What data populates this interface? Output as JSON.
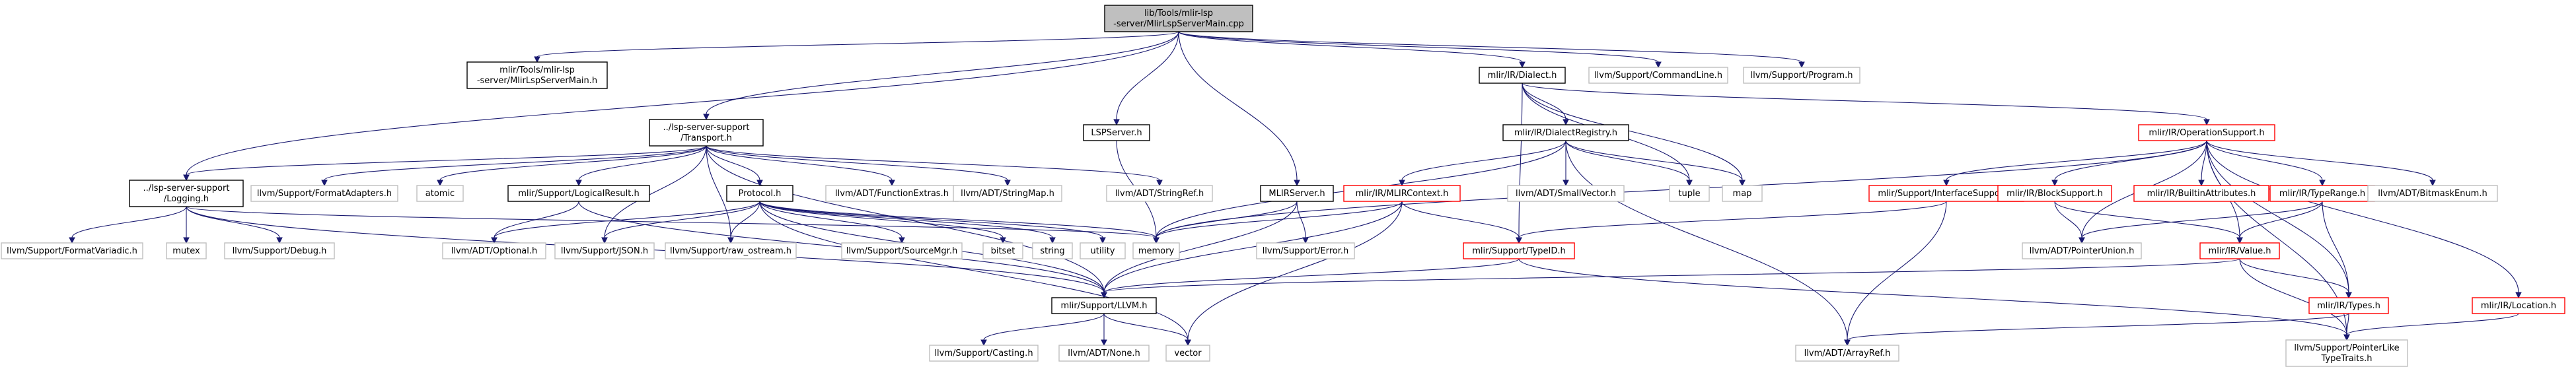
{
  "colors": {
    "edge": "#191970",
    "root_fill": "#bfbfbf",
    "root_border": "#000000",
    "documented_border": "#000000",
    "red_border": "#ff0000",
    "external_border": "#bfbfbf",
    "text": "#000000",
    "external_text": "#000000"
  },
  "nodes": [
    {
      "id": "root",
      "kind": "root",
      "lines": [
        "lib/Tools/mlir-lsp",
        "-server/MlirLspServerMain.cpp"
      ]
    },
    {
      "id": "mainh",
      "kind": "doc",
      "lines": [
        "mlir/Tools/mlir-lsp",
        "-server/MlirLspServerMain.h"
      ]
    },
    {
      "id": "dialecth",
      "kind": "doc",
      "lines": [
        "mlir/IR/Dialect.h"
      ]
    },
    {
      "id": "cmdline",
      "kind": "ext",
      "lines": [
        "llvm/Support/CommandLine.h"
      ]
    },
    {
      "id": "program",
      "kind": "ext",
      "lines": [
        "llvm/Support/Program.h"
      ]
    },
    {
      "id": "transport",
      "kind": "doc",
      "lines": [
        "../lsp-server-support",
        "/Transport.h"
      ]
    },
    {
      "id": "lspserver",
      "kind": "doc",
      "lines": [
        "LSPServer.h"
      ]
    },
    {
      "id": "dialectreg",
      "kind": "doc",
      "lines": [
        "mlir/IR/DialectRegistry.h"
      ]
    },
    {
      "id": "opsupport",
      "kind": "red",
      "lines": [
        "mlir/IR/OperationSupport.h"
      ]
    },
    {
      "id": "logging",
      "kind": "doc",
      "lines": [
        "../lsp-server-support",
        "/Logging.h"
      ]
    },
    {
      "id": "formatadapters",
      "kind": "ext",
      "lines": [
        "llvm/Support/FormatAdapters.h"
      ]
    },
    {
      "id": "atomic",
      "kind": "ext",
      "lines": [
        "atomic"
      ]
    },
    {
      "id": "logicalresult",
      "kind": "doc",
      "lines": [
        "mlir/Support/LogicalResult.h"
      ]
    },
    {
      "id": "protocol",
      "kind": "doc",
      "lines": [
        "Protocol.h"
      ]
    },
    {
      "id": "functionextras",
      "kind": "ext",
      "lines": [
        "llvm/ADT/FunctionExtras.h"
      ]
    },
    {
      "id": "stringmap",
      "kind": "ext",
      "lines": [
        "llvm/ADT/StringMap.h"
      ]
    },
    {
      "id": "stringref",
      "kind": "ext",
      "lines": [
        "llvm/ADT/StringRef.h"
      ]
    },
    {
      "id": "mlirserver",
      "kind": "doc",
      "lines": [
        "MLIRServer.h"
      ]
    },
    {
      "id": "mlircontext",
      "kind": "red",
      "lines": [
        "mlir/IR/MLIRContext.h"
      ]
    },
    {
      "id": "smallvector",
      "kind": "ext",
      "lines": [
        "llvm/ADT/SmallVector.h"
      ]
    },
    {
      "id": "tuple",
      "kind": "ext",
      "lines": [
        "tuple"
      ]
    },
    {
      "id": "map",
      "kind": "ext",
      "lines": [
        "map"
      ]
    },
    {
      "id": "interfacesupport",
      "kind": "red",
      "lines": [
        "mlir/Support/InterfaceSupport.h"
      ]
    },
    {
      "id": "blocksupport",
      "kind": "red",
      "lines": [
        "mlir/IR/BlockSupport.h"
      ]
    },
    {
      "id": "builtinattrs",
      "kind": "red",
      "lines": [
        "mlir/IR/BuiltinAttributes.h"
      ]
    },
    {
      "id": "typerange",
      "kind": "red",
      "lines": [
        "mlir/IR/TypeRange.h"
      ]
    },
    {
      "id": "bitmaskenum",
      "kind": "ext",
      "lines": [
        "llvm/ADT/BitmaskEnum.h"
      ]
    },
    {
      "id": "formatvariadic",
      "kind": "ext",
      "lines": [
        "llvm/Support/FormatVariadic.h"
      ]
    },
    {
      "id": "mutex",
      "kind": "ext",
      "lines": [
        "mutex"
      ]
    },
    {
      "id": "debug",
      "kind": "ext",
      "lines": [
        "llvm/Support/Debug.h"
      ]
    },
    {
      "id": "optional",
      "kind": "ext",
      "lines": [
        "llvm/ADT/Optional.h"
      ]
    },
    {
      "id": "json",
      "kind": "ext",
      "lines": [
        "llvm/Support/JSON.h"
      ]
    },
    {
      "id": "rawostream",
      "kind": "ext",
      "lines": [
        "llvm/Support/raw_ostream.h"
      ]
    },
    {
      "id": "sourcemgr",
      "kind": "ext",
      "lines": [
        "llvm/Support/SourceMgr.h"
      ]
    },
    {
      "id": "bitset",
      "kind": "ext",
      "lines": [
        "bitset"
      ]
    },
    {
      "id": "string",
      "kind": "ext",
      "lines": [
        "string"
      ]
    },
    {
      "id": "utility",
      "kind": "ext",
      "lines": [
        "utility"
      ]
    },
    {
      "id": "memory",
      "kind": "ext",
      "lines": [
        "memory"
      ]
    },
    {
      "id": "error",
      "kind": "ext",
      "lines": [
        "llvm/Support/Error.h"
      ]
    },
    {
      "id": "typeid",
      "kind": "red",
      "lines": [
        "mlir/Support/TypeID.h"
      ]
    },
    {
      "id": "pointerunion",
      "kind": "ext",
      "lines": [
        "llvm/ADT/PointerUnion.h"
      ]
    },
    {
      "id": "value",
      "kind": "red",
      "lines": [
        "mlir/IR/Value.h"
      ]
    },
    {
      "id": "llvmh",
      "kind": "doc",
      "lines": [
        "mlir/Support/LLVM.h"
      ]
    },
    {
      "id": "types",
      "kind": "red",
      "lines": [
        "mlir/IR/Types.h"
      ]
    },
    {
      "id": "location",
      "kind": "red",
      "lines": [
        "mlir/IR/Location.h"
      ]
    },
    {
      "id": "casting",
      "kind": "ext",
      "lines": [
        "llvm/Support/Casting.h"
      ]
    },
    {
      "id": "none",
      "kind": "ext",
      "lines": [
        "llvm/ADT/None.h"
      ]
    },
    {
      "id": "vector",
      "kind": "ext",
      "lines": [
        "vector"
      ]
    },
    {
      "id": "arrayref",
      "kind": "ext",
      "lines": [
        "llvm/ADT/ArrayRef.h"
      ]
    },
    {
      "id": "pointerlike",
      "kind": "ext",
      "lines": [
        "llvm/Support/PointerLike",
        "TypeTraits.h"
      ]
    }
  ]
}
